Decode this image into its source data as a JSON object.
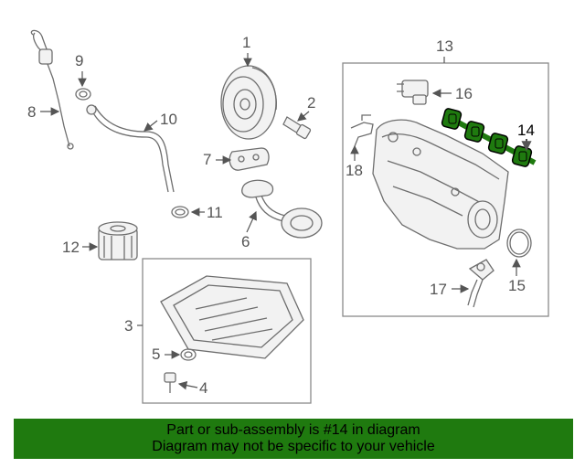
{
  "callouts": {
    "c1": "1",
    "c2": "2",
    "c3": "3",
    "c4": "4",
    "c5": "5",
    "c6": "6",
    "c7": "7",
    "c8": "8",
    "c9": "9",
    "c10": "10",
    "c11": "11",
    "c12": "12",
    "c13": "13",
    "c14": "14",
    "c15": "15",
    "c16": "16",
    "c17": "17",
    "c18": "18"
  },
  "highlighted_part": "14",
  "colors": {
    "highlight": "#1f7a0f",
    "banner": "#1f7a0f"
  },
  "banner": {
    "line1": "Part or sub-assembly is #14 in diagram",
    "line2": "Diagram may not be specific to your vehicle"
  }
}
